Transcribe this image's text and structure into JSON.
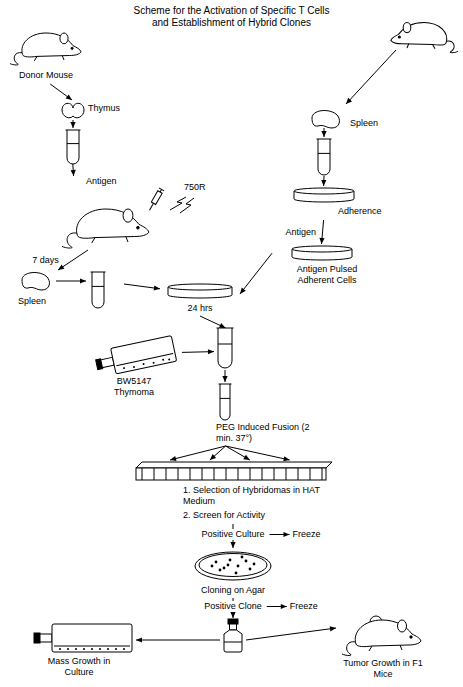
{
  "diagram": {
    "title": "Scheme for the Activation of Specific T Cells and Establishment of Hybrid Clones",
    "nodes": [
      {
        "text": [
          "Donor Mouse"
        ]
      },
      {
        "text": [
          "Thymus"
        ]
      },
      {
        "text": [
          "Antigen",
          "750R"
        ]
      },
      {
        "text": [
          "Spleen"
        ]
      },
      {
        "text": [
          "24 hrs"
        ]
      },
      {
        "text": [
          "Spleen"
        ]
      },
      {
        "text": [
          "Adherence"
        ]
      },
      {
        "text": [
          "Antigen Pulsed Adherent Cells"
        ]
      },
      {
        "text": [
          "BW5147 Thymoma"
        ]
      },
      {
        "text": [
          "PEG Induced Fusion (2 min. 37°)"
        ]
      },
      {
        "text": [
          "1. Selection of Hybridomas in HAT Medium",
          "2. Screen for Activity"
        ]
      },
      {
        "text": [
          "Cloning on Agar"
        ]
      },
      {
        "text": [
          "Mass Growth in Culture"
        ]
      },
      {
        "text": [
          "Tumor Growth in F1 Mice"
        ]
      }
    ],
    "edges": [
      {
        "from": 0,
        "to": 1,
        "arrow": "to"
      },
      {
        "from": 1,
        "to": 2,
        "arrow": "to"
      },
      {
        "from": 2,
        "to": 3,
        "label": "7 days",
        "arrow": "to"
      },
      {
        "from": 3,
        "to": 4,
        "arrow": "to"
      },
      {
        "from": 5,
        "to": 6,
        "arrow": "to"
      },
      {
        "from": 6,
        "to": 7,
        "label": "Antigen",
        "arrow": "to"
      },
      {
        "from": 7,
        "to": 4,
        "arrow": "to"
      },
      {
        "from": 4,
        "to": 9,
        "arrow": "to"
      },
      {
        "from": 8,
        "to": 9,
        "arrow": "to"
      },
      {
        "from": 9,
        "to": 10,
        "arrow": "to"
      },
      {
        "from": 10,
        "to": 11,
        "arrow": "to"
      }
    ],
    "labels": [
      "Positive Culture",
      "Freeze",
      "Positive Clone",
      "Freeze"
    ]
  }
}
